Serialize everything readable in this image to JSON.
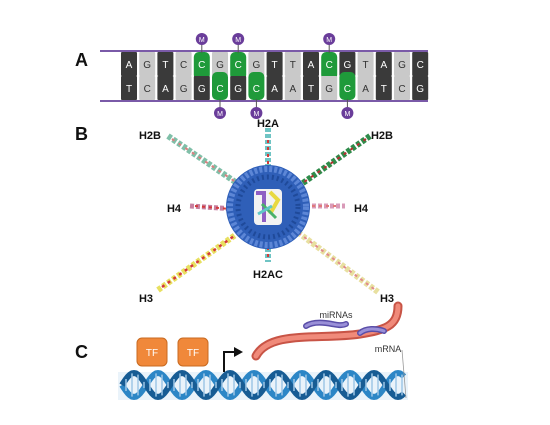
{
  "panels": {
    "a": {
      "label": "A",
      "top_strand": [
        "A",
        "G",
        "T",
        "C",
        "C",
        "G",
        "C",
        "G",
        "T",
        "T",
        "A",
        "C",
        "G",
        "T",
        "A",
        "G",
        "C"
      ],
      "bottom_strand": [
        "T",
        "C",
        "A",
        "G",
        "G",
        "C",
        "G",
        "C",
        "A",
        "A",
        "T",
        "G",
        "C",
        "A",
        "T",
        "C",
        "G"
      ],
      "top_methylated_index": [
        4,
        6,
        11
      ],
      "bottom_methylated_index": [
        5,
        7,
        12
      ],
      "methyl_mark": "M"
    },
    "b": {
      "label": "B",
      "tails": {
        "h2a": "H2A",
        "h2b_left": "H2B",
        "h2b_right": "H2B",
        "h4_left": "H4",
        "h4_right": "H4",
        "h2ac": "H2AC",
        "h3_left": "H3",
        "h3_right": "H3"
      }
    },
    "c": {
      "label": "C",
      "tf_1": "TF",
      "tf_2": "TF",
      "mirnas": "miRNAs",
      "mrna": "mRNA"
    }
  },
  "colors": {
    "methyl": "#6a3d9a",
    "dark_base": "#3a3a3a",
    "light_base": "#c9c9c9",
    "green_base": "#1f9a3a",
    "backbone": "#7a5aa8",
    "nucleosome": "#3a6fc4",
    "tf": "#f0883a",
    "mrna": "#e26c5e",
    "mirna": "#7e74c4",
    "dna_helix": "#2c86c6"
  }
}
